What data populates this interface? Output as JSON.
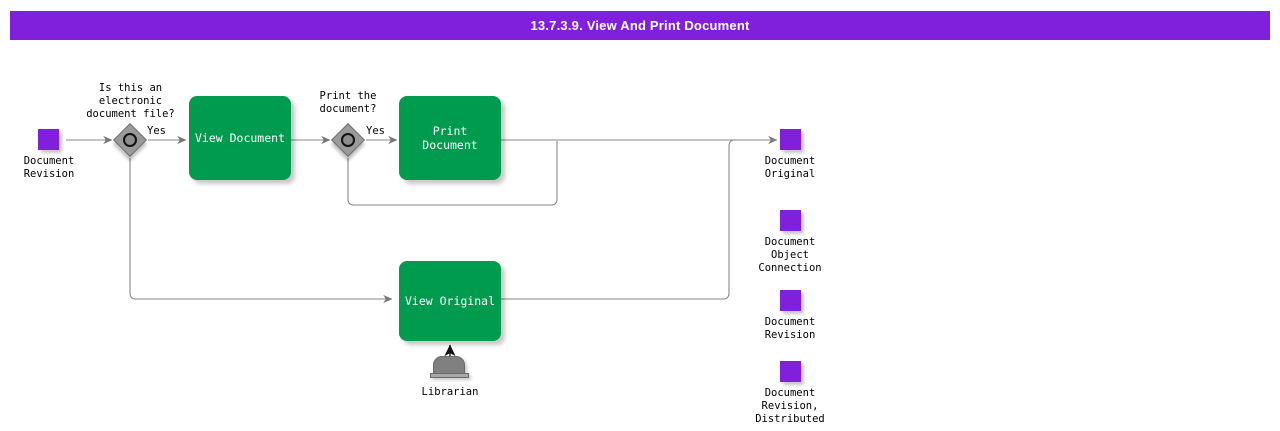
{
  "header": {
    "title": "13.7.3.9. View And Print Document",
    "bar_color": "#8020dc",
    "title_color": "#ffffff"
  },
  "colors": {
    "task_green": "#009b4e",
    "data_purple": "#8020dc",
    "gateway_gray": "#9a9a9a",
    "role_gray": "#808080",
    "edge_gray": "#888888",
    "text_black": "#000000"
  },
  "diagram": {
    "type": "bpmn-flowchart",
    "start_event": {
      "name": "start-document-revision",
      "label": "Document\nRevision",
      "shape": "square",
      "color": "#8020dc"
    },
    "gateways": [
      {
        "id": "gw-electronic",
        "label": "Is this an\nelectronic\ndocument file?",
        "yes_label": "Yes",
        "shape": "diamond-with-circle"
      },
      {
        "id": "gw-print",
        "label": "Print the\ndocument?",
        "yes_label": "Yes",
        "shape": "diamond-with-circle"
      }
    ],
    "tasks": [
      {
        "id": "task-view-document",
        "label": "View Document"
      },
      {
        "id": "task-print-document",
        "label": "Print Document"
      },
      {
        "id": "task-view-original",
        "label": "View Original"
      }
    ],
    "roles": [
      {
        "id": "role-librarian",
        "label": "Librarian",
        "assigned_to": "task-view-original"
      }
    ],
    "end_event": {
      "name": "end-document-original",
      "label": "Document\nOriginal",
      "shape": "square",
      "color": "#8020dc"
    },
    "legend": [
      {
        "id": "legend-document-original",
        "label": "Document\nOriginal",
        "color": "#8020dc"
      },
      {
        "id": "legend-document-object-connection",
        "label": "Document\nObject\nConnection",
        "color": "#8020dc"
      },
      {
        "id": "legend-document-revision",
        "label": "Document\nRevision",
        "color": "#8020dc"
      },
      {
        "id": "legend-document-revision-distributed",
        "label": "Document\nRevision,\nDistributed",
        "color": "#8020dc"
      }
    ],
    "flows": [
      {
        "from": "start-document-revision",
        "to": "gw-electronic",
        "label": ""
      },
      {
        "from": "gw-electronic",
        "to": "task-view-document",
        "label": "Yes"
      },
      {
        "from": "gw-electronic",
        "to": "task-view-original",
        "label": ""
      },
      {
        "from": "task-view-document",
        "to": "gw-print",
        "label": ""
      },
      {
        "from": "gw-print",
        "to": "task-print-document",
        "label": "Yes"
      },
      {
        "from": "gw-print",
        "to": "end-document-original",
        "label": ""
      },
      {
        "from": "task-print-document",
        "to": "end-document-original",
        "label": ""
      },
      {
        "from": "task-view-original",
        "to": "end-document-original",
        "label": ""
      }
    ]
  }
}
